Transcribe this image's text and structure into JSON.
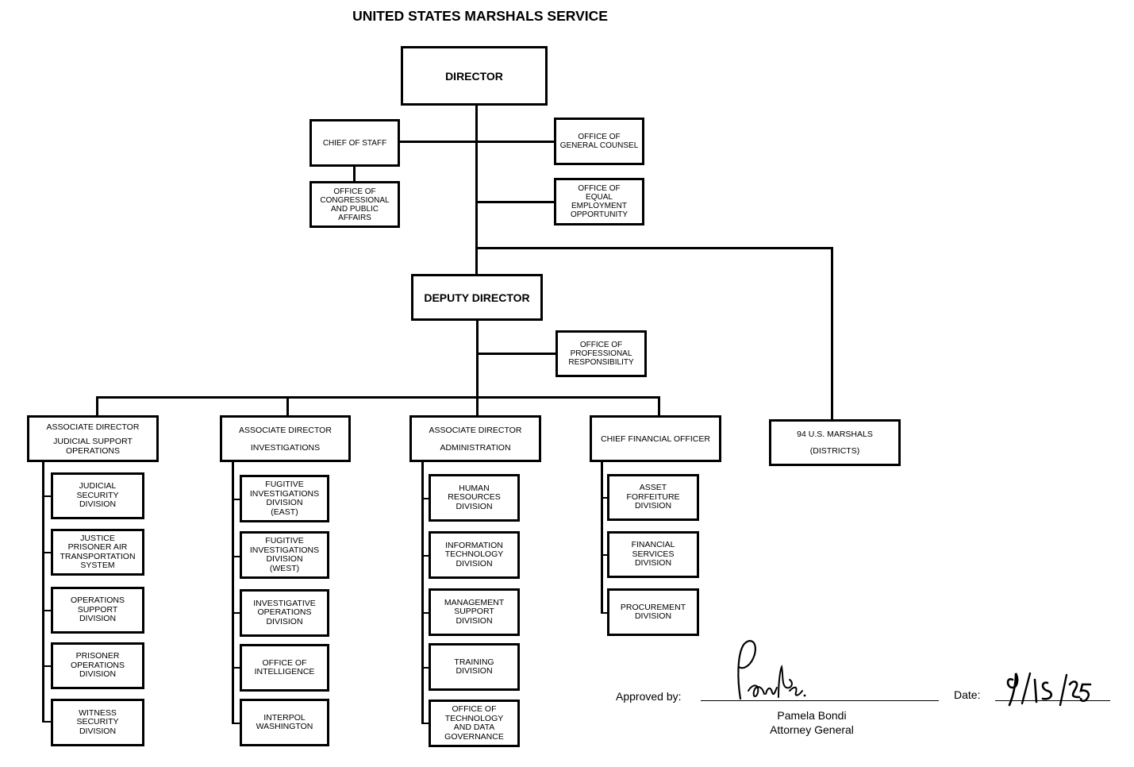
{
  "title": "UNITED STATES MARSHALS SERVICE",
  "director": "DIRECTOR",
  "chief_of_staff": "CHIEF OF STAFF",
  "congressional": "OFFICE OF\nCONGRESSIONAL\nAND PUBLIC\nAFFAIRS",
  "general_counsel": "OFFICE OF\nGENERAL COUNSEL",
  "equal_employment": "OFFICE OF\nEQUAL\nEMPLOYMENT\nOPPORTUNITY",
  "deputy_director": "DEPUTY DIRECTOR",
  "professional_responsibility": "OFFICE OF\nPROFESSIONAL\nRESPONSIBILITY",
  "marshals": {
    "line1": "94 U.S. MARSHALS",
    "line2": "(DISTRICTS)"
  },
  "judicial_ops": {
    "line1": "ASSOCIATE DIRECTOR",
    "line2": "JUDICIAL SUPPORT\nOPERATIONS",
    "divisions": [
      "JUDICIAL\nSECURITY\nDIVISION",
      "JUSTICE\nPRISONER AIR\nTRANSPORTATION\nSYSTEM",
      "OPERATIONS\nSUPPORT\nDIVISION",
      "PRISONER\nOPERATIONS\nDIVISION",
      "WITNESS\nSECURITY\nDIVISION"
    ]
  },
  "investigations": {
    "line1": "ASSOCIATE DIRECTOR",
    "line2": "INVESTIGATIONS",
    "divisions": [
      "FUGITIVE\nINVESTIGATIONS\nDIVISION\n(EAST)",
      "FUGITIVE\nINVESTIGATIONS\nDIVISION\n(WEST)",
      "INVESTIGATIVE\nOPERATIONS\nDIVISION",
      "OFFICE OF\nINTELLIGENCE",
      "INTERPOL\nWASHINGTON"
    ]
  },
  "administration": {
    "line1": "ASSOCIATE DIRECTOR",
    "line2": "ADMINISTRATION",
    "divisions": [
      "HUMAN\nRESOURCES\nDIVISION",
      "INFORMATION\nTECHNOLOGY\nDIVISION",
      "MANAGEMENT\nSUPPORT\nDIVISION",
      "TRAINING\nDIVISION",
      "OFFICE OF\nTECHNOLOGY\nAND DATA\nGOVERNANCE"
    ]
  },
  "cfo": {
    "line1": "CHIEF FINANCIAL OFFICER",
    "divisions": [
      "ASSET\nFORFEITURE\nDIVISION",
      "FINANCIAL\nSERVICES\nDIVISION",
      "PROCUREMENT\nDIVISION"
    ]
  },
  "approval": {
    "approved_label": "Approved by:",
    "name": "Pamela Bondi",
    "role": "Attorney General",
    "date_label": "Date:",
    "date_value": "9/15/25"
  }
}
